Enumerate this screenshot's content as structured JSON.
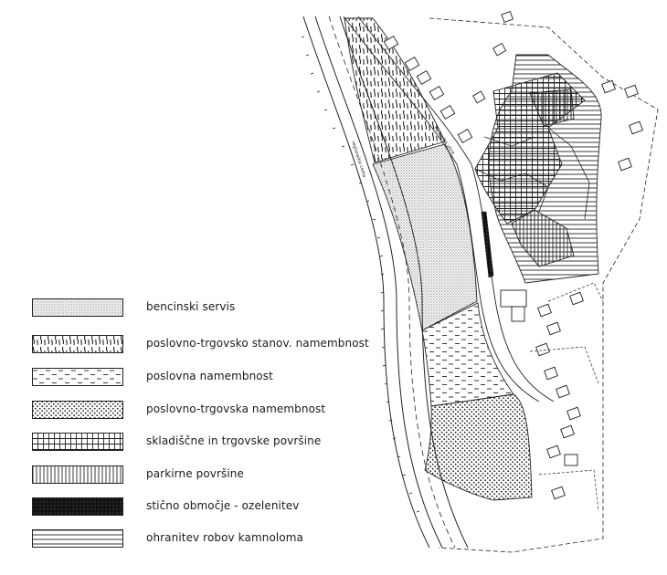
{
  "legend": [
    {
      "key": "fuel-station",
      "label": "bencinski servis",
      "pattern": "dots-fine"
    },
    {
      "key": "business-commercial-residential",
      "label": "poslovno-trgovsko stanov. namembnost",
      "pattern": "waves"
    },
    {
      "key": "business",
      "label": "poslovna namembnost",
      "pattern": "dashes"
    },
    {
      "key": "business-commercial",
      "label": "poslovno-trgovska namembnost",
      "pattern": "dots"
    },
    {
      "key": "storage-commercial",
      "label": "skladiščne in trgovske površine",
      "pattern": "grid"
    },
    {
      "key": "parking",
      "label": "parkirne površine",
      "pattern": "vlines"
    },
    {
      "key": "contact-green",
      "label": "stično območje - ozelenitev",
      "pattern": "black"
    },
    {
      "key": "quarry-edge",
      "label": "ohranitev robov kamnoloma",
      "pattern": "hlines"
    }
  ],
  "road_labels": {
    "main_road": "regionalna cesta",
    "side_road": "Podvelka ulica"
  },
  "colors": {
    "ink": "#1a1a1a",
    "paper": "#ffffff"
  }
}
